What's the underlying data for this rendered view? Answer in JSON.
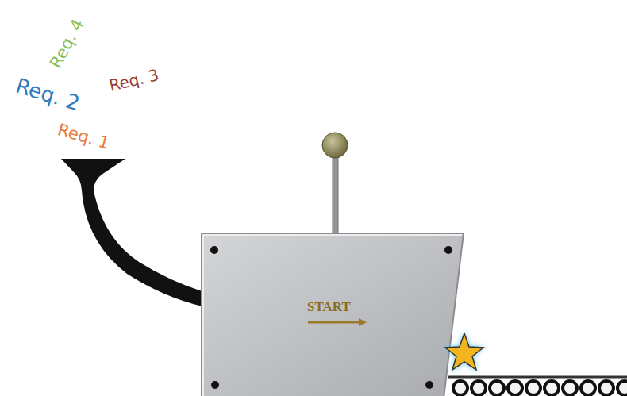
{
  "diagram": {
    "nodes": [
      {
        "text": [
          "START"
        ]
      }
    ],
    "labels": [
      "Req. 1",
      "Req. 2",
      "Req. 3",
      "Req. 4"
    ]
  }
}
